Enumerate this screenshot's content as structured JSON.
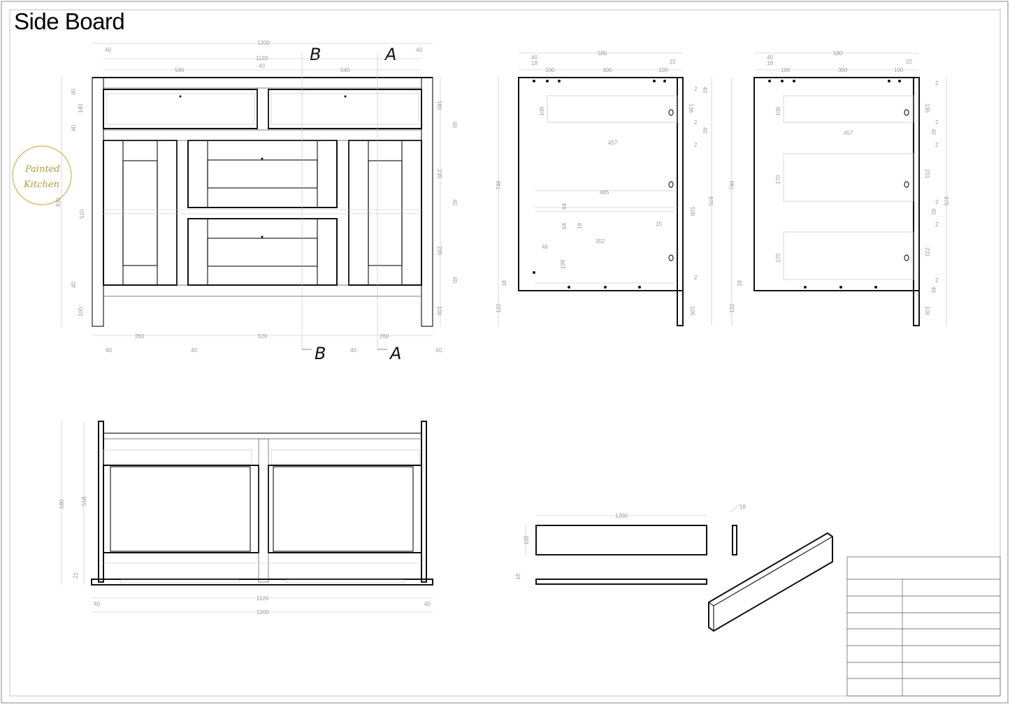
{
  "sheet": {
    "title": "Side Board"
  },
  "logo": {
    "line1": "Painted",
    "line2": "Kitchen"
  },
  "sections": {
    "b_top": "B",
    "a_top": "A",
    "b_bottom": "B",
    "a_bottom": "A"
  },
  "front_view": {
    "top": [
      "1200",
      "1120",
      "40",
      "40",
      "40",
      "540",
      "540"
    ],
    "bottom": [
      "260",
      "520",
      "260",
      "40",
      "40",
      "40",
      "40"
    ],
    "left": [
      "830",
      "510",
      "140",
      "40",
      "40",
      "40",
      "100"
    ],
    "right": [
      "180",
      "235",
      "235",
      "40",
      "40",
      "40",
      "100"
    ]
  },
  "side_a": {
    "top": [
      "580",
      "22",
      "40",
      "18",
      "100",
      "300",
      "100"
    ],
    "internal": [
      "457",
      "485",
      "352",
      "48",
      "64",
      "64",
      "18",
      "15",
      "100",
      "199"
    ],
    "left": [
      "748",
      "122",
      "18"
    ],
    "right": [
      "870",
      "506",
      "136",
      "40",
      "40",
      "100",
      "2",
      "2",
      "2",
      "2"
    ]
  },
  "side_b": {
    "top": [
      "580",
      "22",
      "40",
      "18",
      "100",
      "300",
      "100"
    ],
    "internal": [
      "457",
      "100",
      "170",
      "170"
    ],
    "left": [
      "748",
      "122",
      "18"
    ],
    "right": [
      "870",
      "136",
      "40",
      "231",
      "40",
      "231",
      "40",
      "100",
      "2",
      "2",
      "2",
      "2",
      "2",
      "2"
    ]
  },
  "plan_view": {
    "left": [
      "580",
      "558",
      "22"
    ],
    "bottom": [
      "1120",
      "1200",
      "40",
      "40"
    ]
  },
  "plinth": {
    "labels": [
      "1200",
      "18",
      "100",
      "18"
    ]
  }
}
